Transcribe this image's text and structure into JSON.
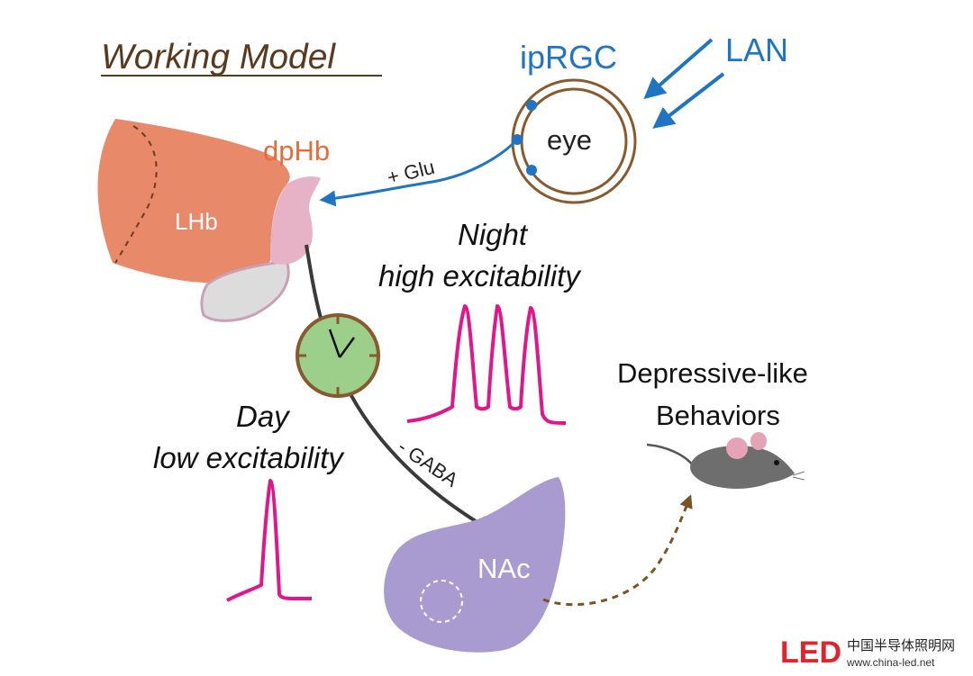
{
  "title": "Working Model",
  "labels": {
    "iprgc": "ipRGC",
    "lan": "LAN",
    "eye": "eye",
    "dphb": "dpHb",
    "lhb": "LHb",
    "glu": "+ Glu",
    "night_1": "Night",
    "night_2": "high excitability",
    "day_1": "Day",
    "day_2": "low excitability",
    "gaba": "- GABA",
    "behavior_1": "Depressive-like",
    "behavior_2": "Behaviors",
    "nac": "NAc"
  },
  "watermark": {
    "logo_text": "LED",
    "site_name": "中国半导体照明网",
    "site_url": "www.china-led.net"
  },
  "colors": {
    "lhb": "#e8896a",
    "dphb": "#e6b3c6",
    "gray_region": "#dcdcdc",
    "iprgc_blue": "#1f74c4",
    "eye_ring": "#8a5a2f",
    "clock": "#9ccf8a",
    "clock_ring": "#8a5a2f",
    "spike": "#e0168b",
    "nac": "#a99ad0",
    "gaba_arrow": "#3a3a3a",
    "dotted_arrow": "#7a5226",
    "dphb_text": "#e66d3a",
    "logo_red": "#e0242c"
  }
}
